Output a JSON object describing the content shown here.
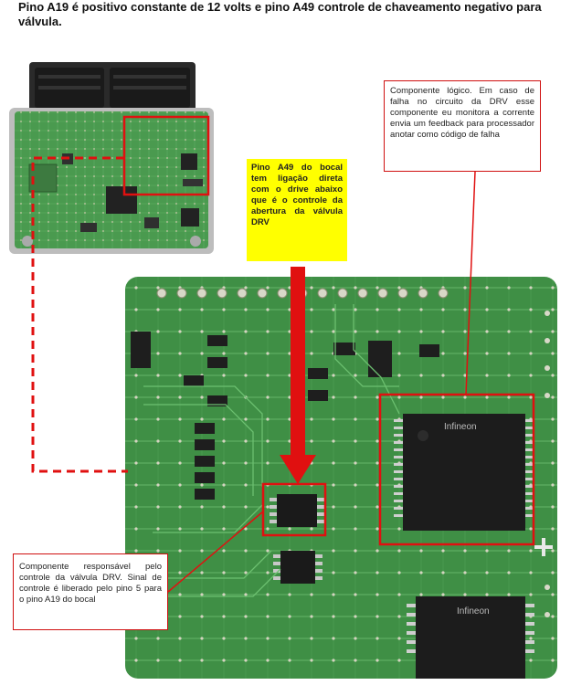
{
  "heading": {
    "text": "Pino A19 é positivo constante de 12 volts e pino A49 controle de chaveamento negativo para válvula."
  },
  "notes": {
    "logic_component": "Componente lógico. Em caso de falha no circuito da DRV esse componente eu monitora a corrente envia um feedback para processador anotar como código de falha",
    "pin_a49": "Pino A49 do bocal tem ligação direta com o drive abaixo que é o controle da abertura da válvula DRV",
    "drv_component": "Componente responsável pelo controle da válvula DRV. Sinal de controle é liberado pelo pino 5 para o pino A19 do bocal"
  },
  "chips": {
    "large_chip_text": "Infineon",
    "bottom_chip_text": "Infineon"
  },
  "colors": {
    "annotation_red": "#e01010",
    "highlight_yellow": "#ffff00",
    "pcb_green": "#3f8f45"
  }
}
